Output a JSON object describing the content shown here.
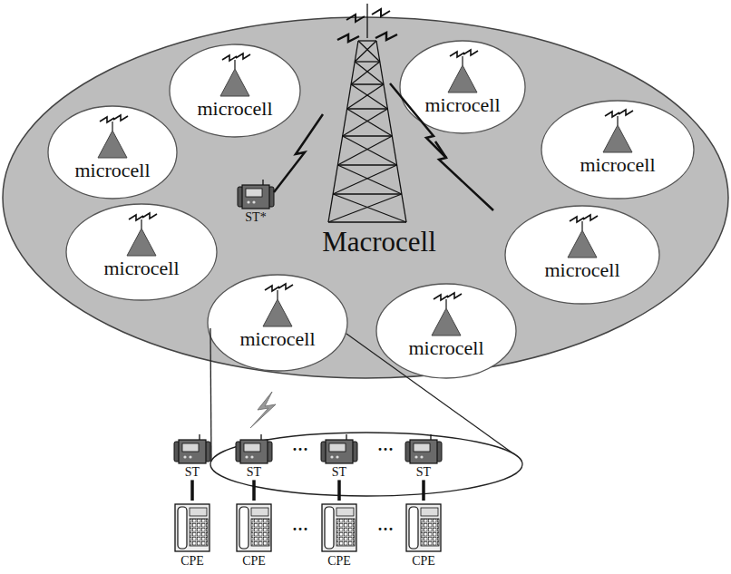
{
  "diagram": {
    "nodes": [
      {
        "text": [
          "Macrocell"
        ]
      },
      {
        "text": [
          "microcell"
        ],
        "in": 0
      },
      {
        "text": [
          "microcell"
        ],
        "in": 0
      },
      {
        "text": [
          "microcell"
        ],
        "in": 0
      },
      {
        "text": [
          "microcell"
        ],
        "in": 0
      },
      {
        "text": [
          "ST*"
        ],
        "in": 0
      },
      {
        "text": [
          "microcell"
        ],
        "in": 0
      },
      {
        "text": [
          "microcell"
        ],
        "in": 0
      },
      {
        "text": [
          "microcell"
        ],
        "in": 0
      },
      {
        "text": [
          "microcell"
        ],
        "in": 0
      },
      {
        "text": [
          "ST"
        ]
      },
      {
        "text": [
          "ST"
        ]
      },
      {
        "text": [
          "ST"
        ]
      },
      {
        "text": [
          "ST"
        ]
      },
      {
        "text": [
          "CPE"
        ]
      },
      {
        "text": [
          "CPE"
        ]
      },
      {
        "text": [
          "CPE"
        ]
      },
      {
        "text": [
          "CPE"
        ]
      }
    ],
    "edges": [
      {
        "from": 10,
        "to": 14,
        "arrow": "none"
      },
      {
        "from": 11,
        "to": 15,
        "arrow": "none"
      },
      {
        "from": 12,
        "to": 16,
        "arrow": "none"
      },
      {
        "from": 13,
        "to": 17,
        "arrow": "none"
      }
    ],
    "labels": [
      "···",
      "···",
      "···",
      "···"
    ]
  }
}
